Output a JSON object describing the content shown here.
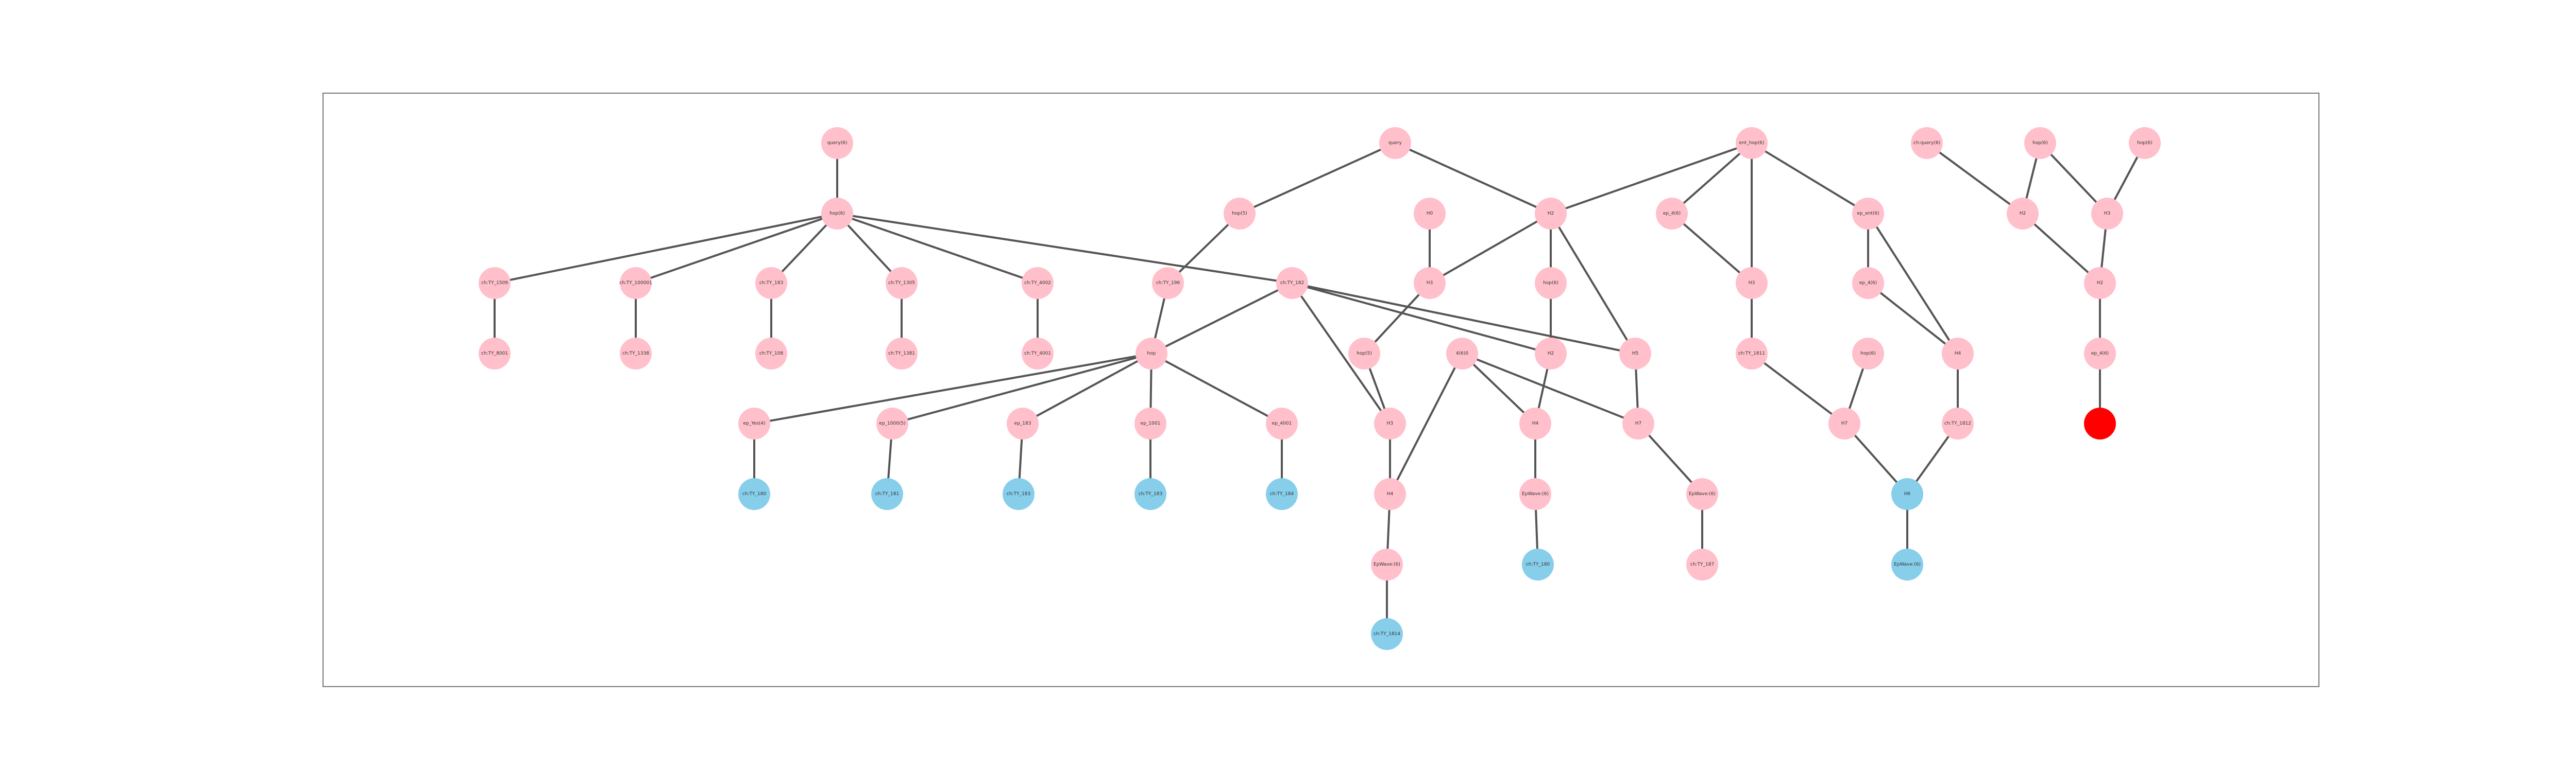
{
  "colors": {
    "pink": "#ffc0cb",
    "blue": "#87ceeb",
    "red": "#ff0000",
    "edge": "#555555"
  },
  "nodes": [
    {
      "id": "n1",
      "label": "query(6)",
      "color": "pink"
    },
    {
      "id": "n2",
      "label": "hop(6)",
      "color": "pink"
    },
    {
      "id": "n3",
      "label": "ch:TY_1509",
      "color": "pink"
    },
    {
      "id": "n4",
      "label": "ch:TY_100001",
      "color": "pink"
    },
    {
      "id": "n5",
      "label": "ch:TY_183",
      "color": "pink"
    },
    {
      "id": "n6",
      "label": "ch:TY_1305",
      "color": "pink"
    },
    {
      "id": "n7",
      "label": "ch:TY_4002",
      "color": "pink"
    },
    {
      "id": "n8",
      "label": "ch:TY_8001",
      "color": "pink"
    },
    {
      "id": "n9",
      "label": "ch:TY_1338",
      "color": "pink"
    },
    {
      "id": "n10",
      "label": "ch:TY_108",
      "color": "pink"
    },
    {
      "id": "n11",
      "label": "ch:TY_1381",
      "color": "pink"
    },
    {
      "id": "n12",
      "label": "ch:TY_4001",
      "color": "pink"
    },
    {
      "id": "n13",
      "label": "query",
      "color": "pink"
    },
    {
      "id": "n14",
      "label": "hop(5)",
      "color": "pink"
    },
    {
      "id": "n15",
      "label": "ch:TY_196",
      "color": "pink"
    },
    {
      "id": "n16",
      "label": "ch:TY_182",
      "color": "pink"
    },
    {
      "id": "n17",
      "label": "hop",
      "color": "pink"
    },
    {
      "id": "n18",
      "label": "ep_Yes(4)",
      "color": "pink"
    },
    {
      "id": "n19",
      "label": "ep_1000(5)",
      "color": "pink"
    },
    {
      "id": "n20",
      "label": "ep_183",
      "color": "pink"
    },
    {
      "id": "n21",
      "label": "ep_1001",
      "color": "pink"
    },
    {
      "id": "n22",
      "label": "ep_4001",
      "color": "pink"
    },
    {
      "id": "n23",
      "label": "ch:TY_180",
      "color": "blue"
    },
    {
      "id": "n24",
      "label": "ch:TY_181",
      "color": "blue"
    },
    {
      "id": "n25",
      "label": "ch:TY_183",
      "color": "blue"
    },
    {
      "id": "n26",
      "label": "ch:TY_183",
      "color": "blue"
    },
    {
      "id": "n27",
      "label": "ch:TY_184",
      "color": "blue"
    },
    {
      "id": "n28",
      "label": "H0",
      "color": "pink"
    },
    {
      "id": "n29",
      "label": "H3",
      "color": "pink"
    },
    {
      "id": "n30",
      "label": "hop(5)",
      "color": "pink"
    },
    {
      "id": "n31",
      "label": "H3",
      "color": "pink"
    },
    {
      "id": "n32",
      "label": "H4",
      "color": "pink"
    },
    {
      "id": "n33",
      "label": "EpWave:(6)",
      "color": "pink"
    },
    {
      "id": "n34",
      "label": "ch:TY_1814",
      "color": "blue"
    },
    {
      "id": "n35",
      "label": "H2",
      "color": "pink"
    },
    {
      "id": "n36",
      "label": "hop(6)",
      "color": "pink"
    },
    {
      "id": "n37",
      "label": "4(6)0",
      "color": "pink"
    },
    {
      "id": "n38",
      "label": "H2",
      "color": "pink"
    },
    {
      "id": "n39",
      "label": "H4",
      "color": "pink"
    },
    {
      "id": "n40",
      "label": "EpWave:(6)",
      "color": "pink"
    },
    {
      "id": "n41",
      "label": "ch:TY_180",
      "color": "blue"
    },
    {
      "id": "n42",
      "label": "H5",
      "color": "pink"
    },
    {
      "id": "n43",
      "label": "H7",
      "color": "pink"
    },
    {
      "id": "n44",
      "label": "EpWave:(6)",
      "color": "pink"
    },
    {
      "id": "n45",
      "label": "ch:TY_187",
      "color": "pink"
    },
    {
      "id": "n46",
      "label": "ent_hop(6)",
      "color": "pink"
    },
    {
      "id": "n47",
      "label": "ep_4(6)",
      "color": "pink"
    },
    {
      "id": "n48",
      "label": "H3",
      "color": "pink"
    },
    {
      "id": "n49",
      "label": "ch:TY_1811",
      "color": "pink"
    },
    {
      "id": "n50",
      "label": "ep_ent(6)",
      "color": "pink"
    },
    {
      "id": "n51",
      "label": "ep_4(6)",
      "color": "pink"
    },
    {
      "id": "n52",
      "label": "hop(6)",
      "color": "pink"
    },
    {
      "id": "n53",
      "label": "H7",
      "color": "pink"
    },
    {
      "id": "n54",
      "label": "H4",
      "color": "pink"
    },
    {
      "id": "n55",
      "label": "ch:TY_1812",
      "color": "pink"
    },
    {
      "id": "n56",
      "label": "H6",
      "color": "blue"
    },
    {
      "id": "n57",
      "label": "EpWave:(6)",
      "color": "blue"
    },
    {
      "id": "n58",
      "label": "ch:query(6)",
      "color": "pink"
    },
    {
      "id": "n59",
      "label": "hop(6)",
      "color": "pink"
    },
    {
      "id": "n60",
      "label": "hop(6)",
      "color": "pink"
    },
    {
      "id": "n61",
      "label": "H2",
      "color": "pink"
    },
    {
      "id": "n62",
      "label": "H3",
      "color": "pink"
    },
    {
      "id": "n63",
      "label": "H2",
      "color": "pink"
    },
    {
      "id": "n64",
      "label": "ep_4(6)",
      "color": "pink"
    },
    {
      "id": "n65",
      "label": "",
      "color": "red"
    }
  ],
  "edges": [
    [
      "n1",
      "n2"
    ],
    [
      "n2",
      "n3"
    ],
    [
      "n2",
      "n4"
    ],
    [
      "n2",
      "n5"
    ],
    [
      "n2",
      "n6"
    ],
    [
      "n2",
      "n7"
    ],
    [
      "n2",
      "n16"
    ],
    [
      "n3",
      "n8"
    ],
    [
      "n4",
      "n9"
    ],
    [
      "n5",
      "n10"
    ],
    [
      "n6",
      "n11"
    ],
    [
      "n7",
      "n12"
    ],
    [
      "n13",
      "n14"
    ],
    [
      "n13",
      "n35"
    ],
    [
      "n14",
      "n15"
    ],
    [
      "n15",
      "n17"
    ],
    [
      "n16",
      "n17"
    ],
    [
      "n16",
      "n31"
    ],
    [
      "n16",
      "n38"
    ],
    [
      "n16",
      "n42"
    ],
    [
      "n17",
      "n18"
    ],
    [
      "n17",
      "n19"
    ],
    [
      "n17",
      "n20"
    ],
    [
      "n17",
      "n21"
    ],
    [
      "n17",
      "n22"
    ],
    [
      "n18",
      "n23"
    ],
    [
      "n19",
      "n24"
    ],
    [
      "n20",
      "n25"
    ],
    [
      "n21",
      "n26"
    ],
    [
      "n22",
      "n27"
    ],
    [
      "n28",
      "n29"
    ],
    [
      "n29",
      "n30"
    ],
    [
      "n35",
      "n29"
    ],
    [
      "n30",
      "n31"
    ],
    [
      "n31",
      "n32"
    ],
    [
      "n32",
      "n33"
    ],
    [
      "n33",
      "n34"
    ],
    [
      "n35",
      "n36"
    ],
    [
      "n35",
      "n42"
    ],
    [
      "n36",
      "n38"
    ],
    [
      "n38",
      "n39"
    ],
    [
      "n37",
      "n39"
    ],
    [
      "n37",
      "n32"
    ],
    [
      "n37",
      "n43"
    ],
    [
      "n39",
      "n40"
    ],
    [
      "n40",
      "n41"
    ],
    [
      "n42",
      "n43"
    ],
    [
      "n43",
      "n44"
    ],
    [
      "n44",
      "n45"
    ],
    [
      "n46",
      "n35"
    ],
    [
      "n46",
      "n47"
    ],
    [
      "n46",
      "n48"
    ],
    [
      "n46",
      "n50"
    ],
    [
      "n47",
      "n48"
    ],
    [
      "n48",
      "n49"
    ],
    [
      "n49",
      "n53"
    ],
    [
      "n50",
      "n51"
    ],
    [
      "n50",
      "n54"
    ],
    [
      "n51",
      "n54"
    ],
    [
      "n52",
      "n53"
    ],
    [
      "n53",
      "n56"
    ],
    [
      "n54",
      "n55"
    ],
    [
      "n55",
      "n56"
    ],
    [
      "n56",
      "n57"
    ],
    [
      "n58",
      "n61"
    ],
    [
      "n59",
      "n61"
    ],
    [
      "n59",
      "n62"
    ],
    [
      "n60",
      "n62"
    ],
    [
      "n61",
      "n63"
    ],
    [
      "n62",
      "n63"
    ],
    [
      "n63",
      "n64"
    ],
    [
      "n64",
      "n65"
    ]
  ]
}
